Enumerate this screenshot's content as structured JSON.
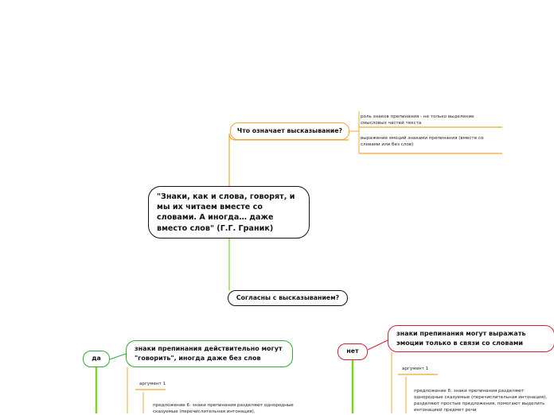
{
  "root": {
    "text": "\"Знаки, как и слова, говорят, и мы их читаем вместе со словами. А иногда… даже вместо слов\" (Г.Г. Граник)"
  },
  "question": {
    "label": "Что означает высказывание?",
    "items": [
      "роль знаков препинания - не только выделение смысловых частей текста",
      "выражение эмоций знаками препинания (вместе со словами или без слов)"
    ]
  },
  "agree": {
    "label": "Согласны с высказыванием?"
  },
  "yes": {
    "label": "да",
    "main": "знаки препинания действительно могут \"говорить\", иногда даже без слов",
    "argument": "аргумент 1",
    "sentence": "предложение 6: знаки препинания разделяют однородные сказуемые (перечислительная интонация),"
  },
  "no": {
    "label": "нет",
    "main": "знаки препинания могут выражать эмоции только в связи со словами",
    "argument": "аргумент 1",
    "sentence": "предложение 6: знаки препинания разделяют однородные сказуемые (перечислительная интонация), разделяют простые предложения, помогают выделить интонацией предмет речи"
  },
  "colors": {
    "orange": "#f0a830",
    "green": "#7ed321",
    "red": "#cc2233",
    "darkgreen": "#33aa33"
  }
}
